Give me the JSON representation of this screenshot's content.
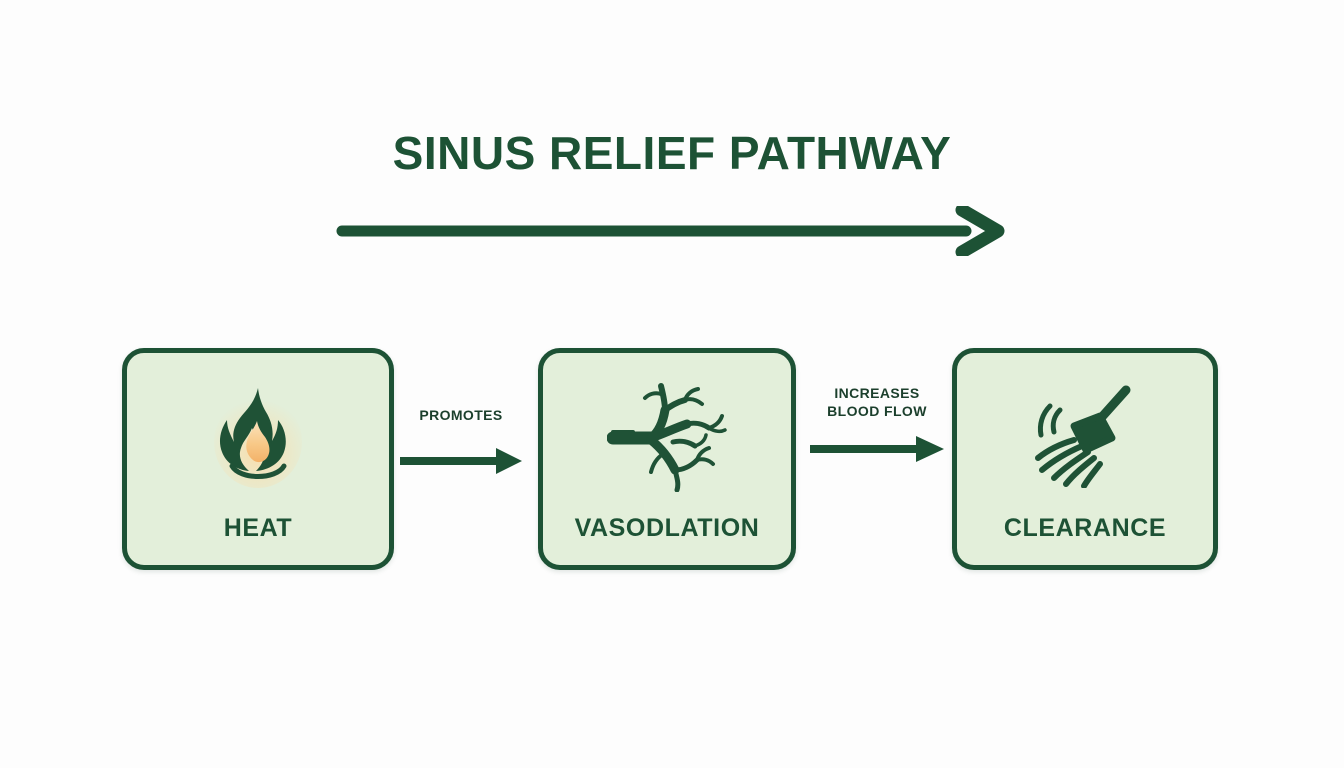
{
  "page": {
    "background_color": "#fdfdfd",
    "accent_color": "#1d5235",
    "node_fill_color": "#e3efda",
    "flame_inner_color": "#f6c98a"
  },
  "header": {
    "title": "SINUS RELIEF PATHWAY",
    "arrow_icon": "long-right-arrow-icon",
    "arrow_direction": "right"
  },
  "diagram": {
    "type": "flow",
    "orientation": "left-to-right",
    "nodes": [
      {
        "id": "heat",
        "label": "HEAT",
        "icon": "flame-icon"
      },
      {
        "id": "vasodilation",
        "label": "VASODLATION",
        "icon": "blood-vessel-branching-icon"
      },
      {
        "id": "clearance",
        "label": "CLEARANCE",
        "icon": "broom-sweeping-icon"
      }
    ],
    "connectors": [
      {
        "id": "heat-to-vasodilation",
        "label": "PROMOTES",
        "from": "heat",
        "to": "vasodilation",
        "icon": "right-arrow-icon"
      },
      {
        "id": "vasodilation-to-clearance",
        "label": "INCREASES\nBLOOD FLOW",
        "from": "vasodilation",
        "to": "clearance",
        "icon": "right-arrow-icon"
      }
    ]
  }
}
